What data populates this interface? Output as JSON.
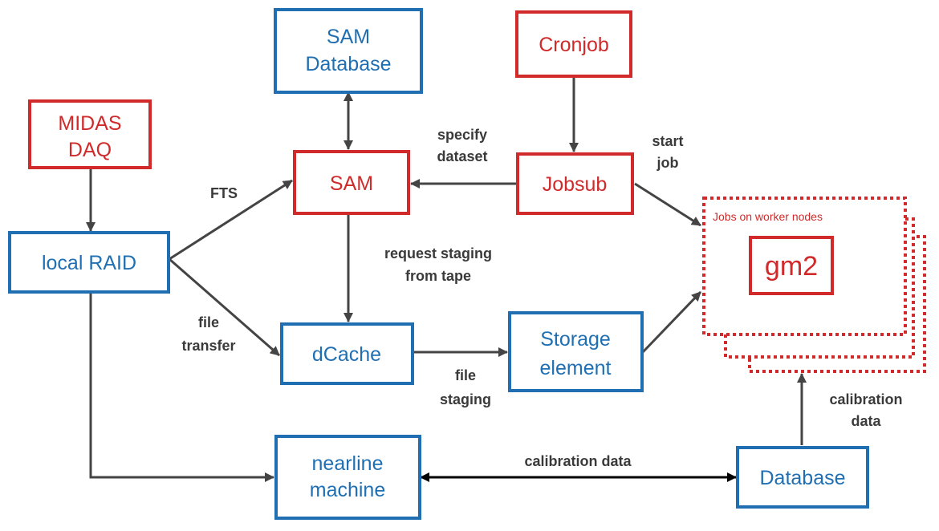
{
  "colors": {
    "blue": "#1f6fb2",
    "red": "#d02a2a",
    "arrow": "#444444",
    "arrow_dark": "#000000"
  },
  "nodes": {
    "sam_database": {
      "line1": "SAM",
      "line2": "Database"
    },
    "cronjob": {
      "label": "Cronjob"
    },
    "midas_daq": {
      "line1": "MIDAS",
      "line2": "DAQ"
    },
    "sam": {
      "label": "SAM"
    },
    "jobsub": {
      "label": "Jobsub"
    },
    "local_raid": {
      "label": "local RAID"
    },
    "dcache": {
      "label": "dCache"
    },
    "storage_element": {
      "line1": "Storage",
      "line2": "element"
    },
    "nearline_machine": {
      "line1": "nearline",
      "line2": "machine"
    },
    "database": {
      "label": "Database"
    },
    "worker_nodes": {
      "title": "Jobs on worker nodes",
      "job": "gm2"
    }
  },
  "edges": {
    "specify_dataset": {
      "line1": "specify",
      "line2": "dataset"
    },
    "start_job": {
      "line1": "start",
      "line2": "job"
    },
    "fts": {
      "label": "FTS"
    },
    "request_staging": {
      "line1": "request staging",
      "line2": "from tape"
    },
    "file_transfer": {
      "line1": "file",
      "line2": "transfer"
    },
    "file_staging": {
      "line1": "file",
      "line2": "staging"
    },
    "calibration_data_horizontal": {
      "label": "calibration data"
    },
    "calibration_data_vertical": {
      "line1": "calibration",
      "line2": "data"
    }
  }
}
